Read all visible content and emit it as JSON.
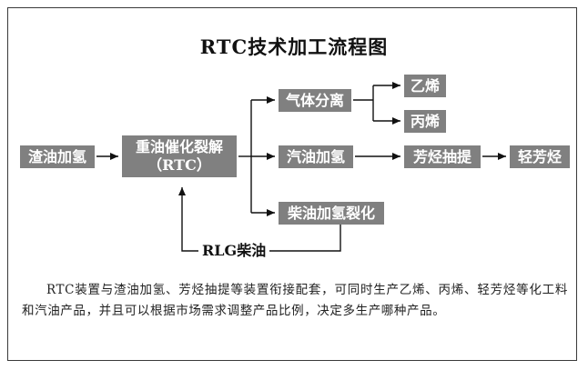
{
  "title": "RTC技术加工流程图",
  "nodes": {
    "feed": "渣油加氢",
    "rtc_line1": "重油催化裂解",
    "rtc_line2": "（RTC）",
    "gas_sep": "气体分离",
    "ethylene": "乙烯",
    "propylene": "丙烯",
    "gasoline_hydro": "汽油加氢",
    "aromatics_extract": "芳烃抽提",
    "light_aromatics": "轻芳烃",
    "diesel_hydrocrack": "柴油加氢裂化"
  },
  "recycle_label": "RLG柴油",
  "caption": "RTC装置与渣油加氢、芳烃抽提等装置衔接配套，可同时生产乙烯、丙烯、轻芳烃等化工料和汽油产品，并且可以根据市场需求调整产品比例，决定多生产哪种产品。"
}
